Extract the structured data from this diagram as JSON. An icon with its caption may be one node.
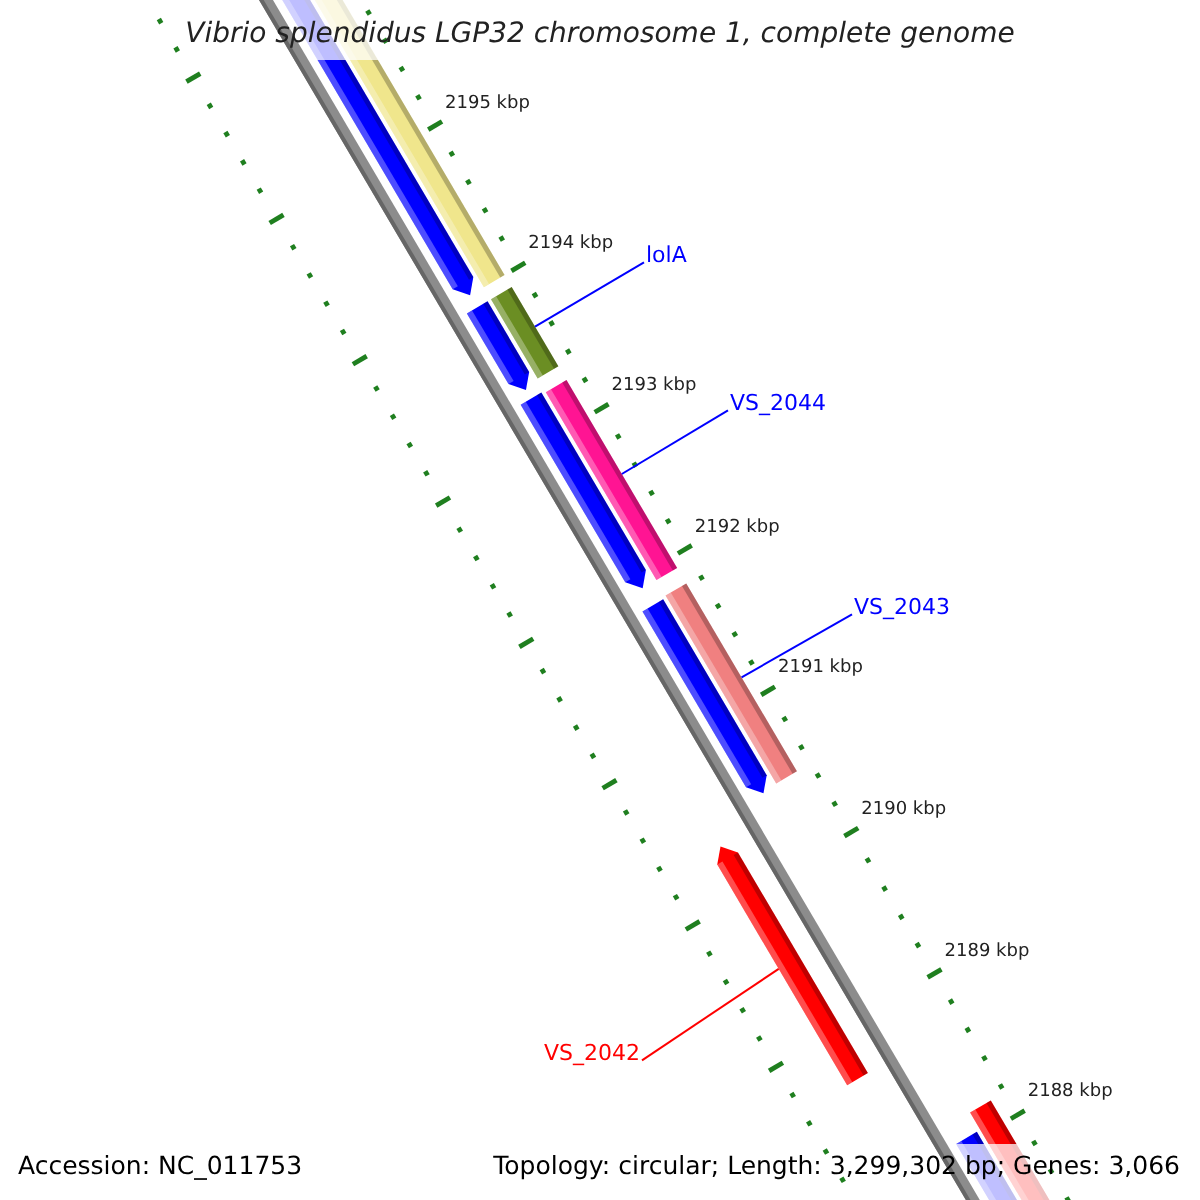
{
  "diagram": {
    "title": "Vibrio splendidus LGP32 chromosome 1, complete genome",
    "nodes": [
      {
        "text": [],
        "shape": "bar"
      },
      {
        "text": [],
        "shape": "pentagon"
      },
      {
        "text": [
          "lolA"
        ]
      },
      {
        "text": [],
        "shape": "bar"
      },
      {
        "text": [],
        "shape": "pentagon"
      },
      {
        "text": [
          "VS_2044"
        ]
      },
      {
        "text": [],
        "shape": "bar"
      },
      {
        "text": [],
        "shape": "pentagon"
      },
      {
        "text": [
          "VS_2043"
        ]
      },
      {
        "text": [],
        "shape": "bar"
      },
      {
        "text": [],
        "shape": "pentagon"
      },
      {
        "text": [],
        "shape": "pentagon"
      },
      {
        "text": [
          "VS_2042"
        ]
      },
      {
        "text": [],
        "shape": "bar"
      },
      {
        "text": [],
        "shape": "bar"
      }
    ],
    "edges": [
      {
        "from": 2,
        "to": 3,
        "arrow": "none"
      },
      {
        "from": 5,
        "to": 6,
        "arrow": "none"
      },
      {
        "from": 8,
        "to": 9,
        "arrow": "none"
      },
      {
        "from": 12,
        "to": 11,
        "arrow": "none",
        "color": "#ff0000"
      }
    ],
    "labels": [
      "2195 kbp",
      "2194 kbp",
      "2193 kbp",
      "2192 kbp",
      "2191 kbp",
      "2190 kbp",
      "2189 kbp",
      "2188 kbp",
      "Accession: NC_011753",
      "Topology: circular; Length: 3,299,302 bp; Genes: 3,066"
    ]
  }
}
